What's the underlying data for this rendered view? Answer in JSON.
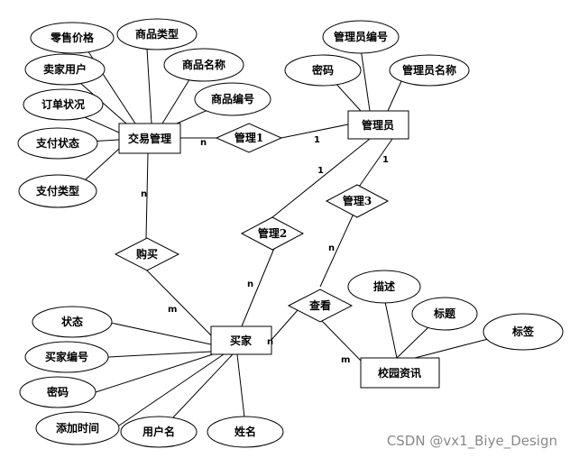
{
  "diagram": {
    "entities": {
      "trade": "交易管理",
      "admin": "管理员",
      "buyer": "买家",
      "news": "校园资讯"
    },
    "relationships": {
      "manage1": "管理1",
      "manage2": "管理2",
      "manage3": "管理3",
      "buy": "购买",
      "view": "查看"
    },
    "attributes": {
      "retail_price": "零售价格",
      "product_type": "商品类型",
      "seller": "卖家用户",
      "product_name": "商品名称",
      "order_status": "订单状况",
      "product_no": "商品编号",
      "pay_status": "支付状态",
      "pay_type": "支付类型",
      "admin_no": "管理员编号",
      "admin_pwd": "密码",
      "admin_name": "管理员名称",
      "buyer_status": "状态",
      "buyer_no": "买家编号",
      "buyer_pwd": "密码",
      "add_time": "添加时间",
      "username": "用户名",
      "realname": "姓名",
      "desc": "描述",
      "title": "标题",
      "tag": "标签"
    },
    "cardinality": {
      "trade_manage1": "n",
      "admin_manage1": "1",
      "trade_buy": "n",
      "buyer_buy": "m",
      "admin_manage2": "1",
      "buyer_manage2": "n",
      "admin_manage3": "1",
      "news_manage3": "n",
      "buyer_view": "n",
      "news_view": "m"
    }
  },
  "watermark": "CSDN @vx1_Biye_Design"
}
